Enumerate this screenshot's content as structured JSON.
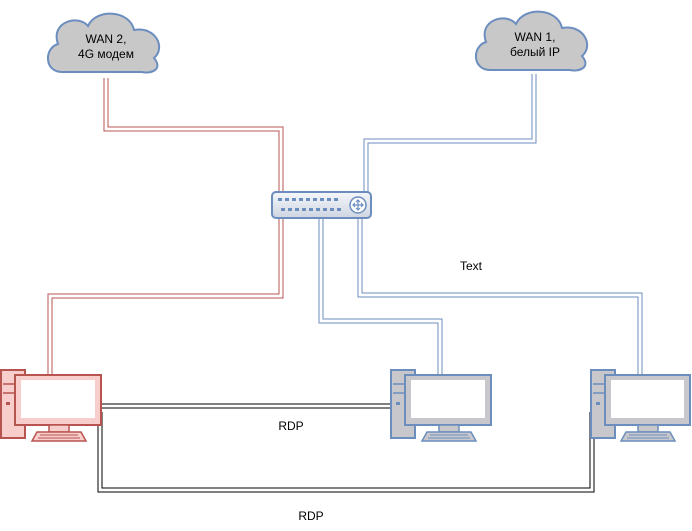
{
  "clouds": {
    "wan2": {
      "line1": "WAN 2,",
      "line2": "4G модем"
    },
    "wan1": {
      "line1": "WAN 1,",
      "line2": "белый IP"
    }
  },
  "labels": {
    "text": "Text",
    "rdp_upper": "RDP",
    "rdp_lower": "RDP"
  },
  "colors": {
    "red_link": "#b85450",
    "blue_link": "#6c8ebf",
    "black_link": "#000000",
    "cloud_fill": "#c8c8c8",
    "cloud_stroke": "#6c8ebf",
    "red_fill": "#f8cecc",
    "blue_fill": "#c8c8cc"
  },
  "icons": [
    "cloud-icon",
    "network-switch-icon",
    "desktop-computer-icon"
  ]
}
